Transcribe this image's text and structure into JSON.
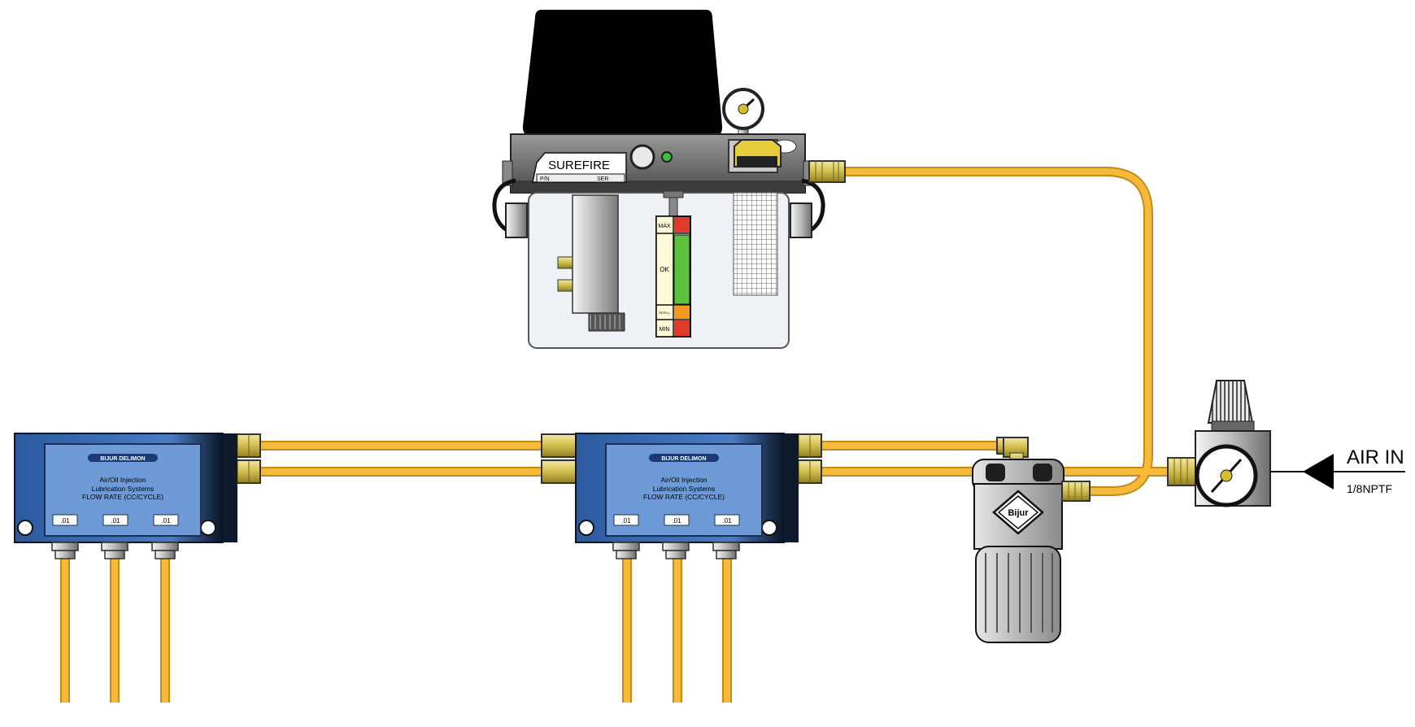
{
  "pump": {
    "brand": "SUREFIRE",
    "pn_label": "P/N",
    "ser_label": "SER",
    "level_max": "MAX",
    "level_ok": "OK",
    "level_refill": "REFILL",
    "level_min": "MIN"
  },
  "distributors": [
    {
      "logo_text": "BIJUR DELIMON",
      "line1": "Air/Oil Injection",
      "line2": "Lubrication Systems",
      "line3": "FLOW RATE (CC/CYCLE)",
      "outlets": [
        ".01",
        ".01",
        ".01"
      ]
    },
    {
      "logo_text": "BIJUR DELIMON",
      "line1": "Air/Oil Injection",
      "line2": "Lubrication Systems",
      "line3": "FLOW RATE (CC/CYCLE)",
      "outlets": [
        ".01",
        ".01",
        ".01"
      ]
    }
  ],
  "filter": {
    "logo": "Bijur"
  },
  "air_input": {
    "label": "AIR IN",
    "size": "1/8NPTF"
  },
  "colors": {
    "tube": "#f2b035",
    "tube_edge": "#c98d1b",
    "block": "#3f6fb5",
    "block_dark": "#0d1a2e",
    "fitting": "#d8c65e",
    "reservoir": "#000000"
  }
}
